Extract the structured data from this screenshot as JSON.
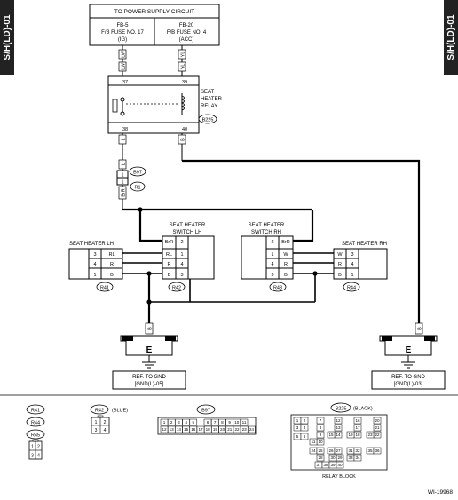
{
  "side_tab_text": "S/H(LD)-01",
  "power": {
    "title": "TO POWER SUPPLY CIRCUIT",
    "fuse_left": [
      "FB-5",
      "F/B FUSE NO. 17",
      "(IG)"
    ],
    "fuse_right": [
      "FB-20",
      "F/B FUSE NO. 4",
      "(ACC)"
    ]
  },
  "wires": {
    "top_left": "LW",
    "top_right": "YL",
    "relay_left": "L",
    "relay_right": "B",
    "mid": "L",
    "lower": "BrR"
  },
  "relay": {
    "label": [
      "SEAT",
      "HEATER",
      "RELAY"
    ],
    "connector": "B225",
    "pins": {
      "p37": "37",
      "p38": "38",
      "p39": "39",
      "p40": "40"
    }
  },
  "junction": {
    "pin_top": "1",
    "pin_bottom": "1",
    "conn_top": "B97",
    "conn_bottom": "R1"
  },
  "heater_lh": {
    "title": "SEAT HEATER LH",
    "connector": "R41",
    "pins": [
      "3",
      "4",
      "1"
    ],
    "wires": [
      "RL",
      "R",
      "B"
    ]
  },
  "switch_lh": {
    "title": [
      "SEAT HEATER",
      "SWITCH LH"
    ],
    "connector": "R42",
    "pins": [
      "2",
      "1",
      "4",
      "3"
    ],
    "wires": [
      "BrR",
      "RL",
      "R",
      "B"
    ]
  },
  "switch_rh": {
    "title": [
      "SEAT HEATER",
      "SWITCH RH"
    ],
    "connector": "R43",
    "pins": [
      "2",
      "1",
      "4",
      "3"
    ],
    "wires": [
      "BrR",
      "W",
      "R",
      "B"
    ]
  },
  "heater_rh": {
    "title": "SEAT HEATER RH",
    "connector": "R44",
    "pins": [
      "3",
      "4",
      "1"
    ],
    "wires": [
      "W",
      "R",
      "B"
    ]
  },
  "ground_lh": {
    "wire": "B",
    "letter": "E",
    "ref": [
      "REF. TO GND",
      "[GND(L)-05]"
    ]
  },
  "ground_rh": {
    "wire": "B",
    "letter": "E",
    "ref": [
      "REF. TO GND",
      "[GND(L)-03]"
    ]
  },
  "connectors": {
    "left_stack": [
      "R41",
      "R44",
      "R45"
    ],
    "left_pins": [
      "1",
      "2",
      "3",
      "4"
    ],
    "r42": {
      "name": "R42",
      "note": "(BLUE)",
      "pins": [
        "1",
        "2",
        "3",
        "4"
      ]
    },
    "b97": {
      "name": "B97",
      "row1": [
        "1",
        "2",
        "3",
        "4",
        "5",
        "6",
        "7",
        "8",
        "9",
        "10",
        "11"
      ],
      "row2": [
        "12",
        "13",
        "14",
        "15",
        "16",
        "17",
        "18",
        "19",
        "20",
        "21",
        "22",
        "23",
        "24"
      ]
    },
    "b225": {
      "name": "B225",
      "note": "(BLACK)",
      "caption": "RELAY BLOCK",
      "pins": [
        "1",
        "2",
        "3",
        "4",
        "5",
        "6",
        "7",
        "8",
        "9",
        "10",
        "11",
        "12",
        "13",
        "14",
        "15",
        "16",
        "17",
        "18",
        "19",
        "20",
        "21",
        "22",
        "23",
        "24",
        "25",
        "26",
        "27",
        "28",
        "29",
        "30",
        "31",
        "32",
        "33",
        "34",
        "35",
        "36",
        "37",
        "38",
        "39",
        "40"
      ]
    }
  },
  "figure_id": "WI-19968"
}
